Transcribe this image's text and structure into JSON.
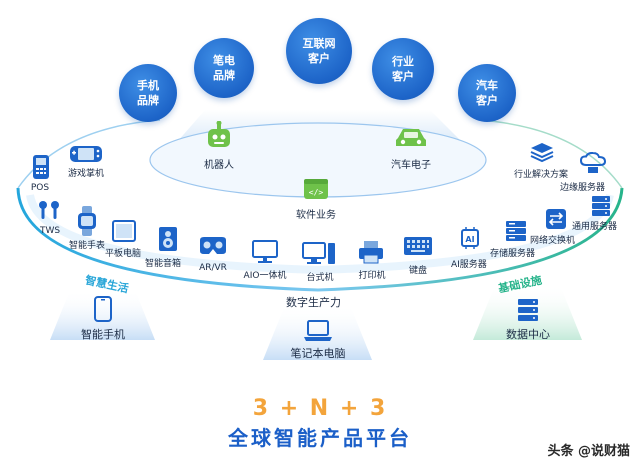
{
  "customers": [
    {
      "label": "手机\n品牌"
    },
    {
      "label": "笔电\n品牌"
    },
    {
      "label": "互联网\n客户"
    },
    {
      "label": "行业\n客户"
    },
    {
      "label": "汽车\n客户"
    }
  ],
  "core": {
    "robot": "机器人",
    "auto_electronics": "汽车电子",
    "software": "软件业务"
  },
  "left_devices": {
    "pos": "POS",
    "game_console": "游戏掌机",
    "tws": "TWS",
    "smart_watch": "智能手表",
    "tablet": "平板电脑",
    "smart_speaker": "智能音箱"
  },
  "center_devices": {
    "arvr": "AR/VR",
    "aio": "AIO一体机",
    "desktop": "台式机",
    "printer": "打印机",
    "keyboard": "键盘"
  },
  "right_devices": {
    "industry_solution": "行业解决方案",
    "edge_server": "边缘服务器",
    "general_server": "通用服务器",
    "network_switch": "网络交换机",
    "storage_server": "存储服务器",
    "ai_server": "AI服务器"
  },
  "segments": {
    "smart_life": "智慧生活",
    "digital_productivity": "数字生产力",
    "infrastructure": "基础设施"
  },
  "pedestals": {
    "smartphone": "智能手机",
    "laptop": "笔记本电脑",
    "data_center": "数据中心"
  },
  "title": {
    "formula": "3 + N + 3",
    "main": "全球智能产品平台"
  },
  "watermark": "头条 @说财猫",
  "colors": {
    "primary": "#1d64c8",
    "accent": "#f3a43b",
    "smart_life": "#29a6d8",
    "infrastructure": "#25b38a",
    "robot_green": "#6fc24a"
  }
}
